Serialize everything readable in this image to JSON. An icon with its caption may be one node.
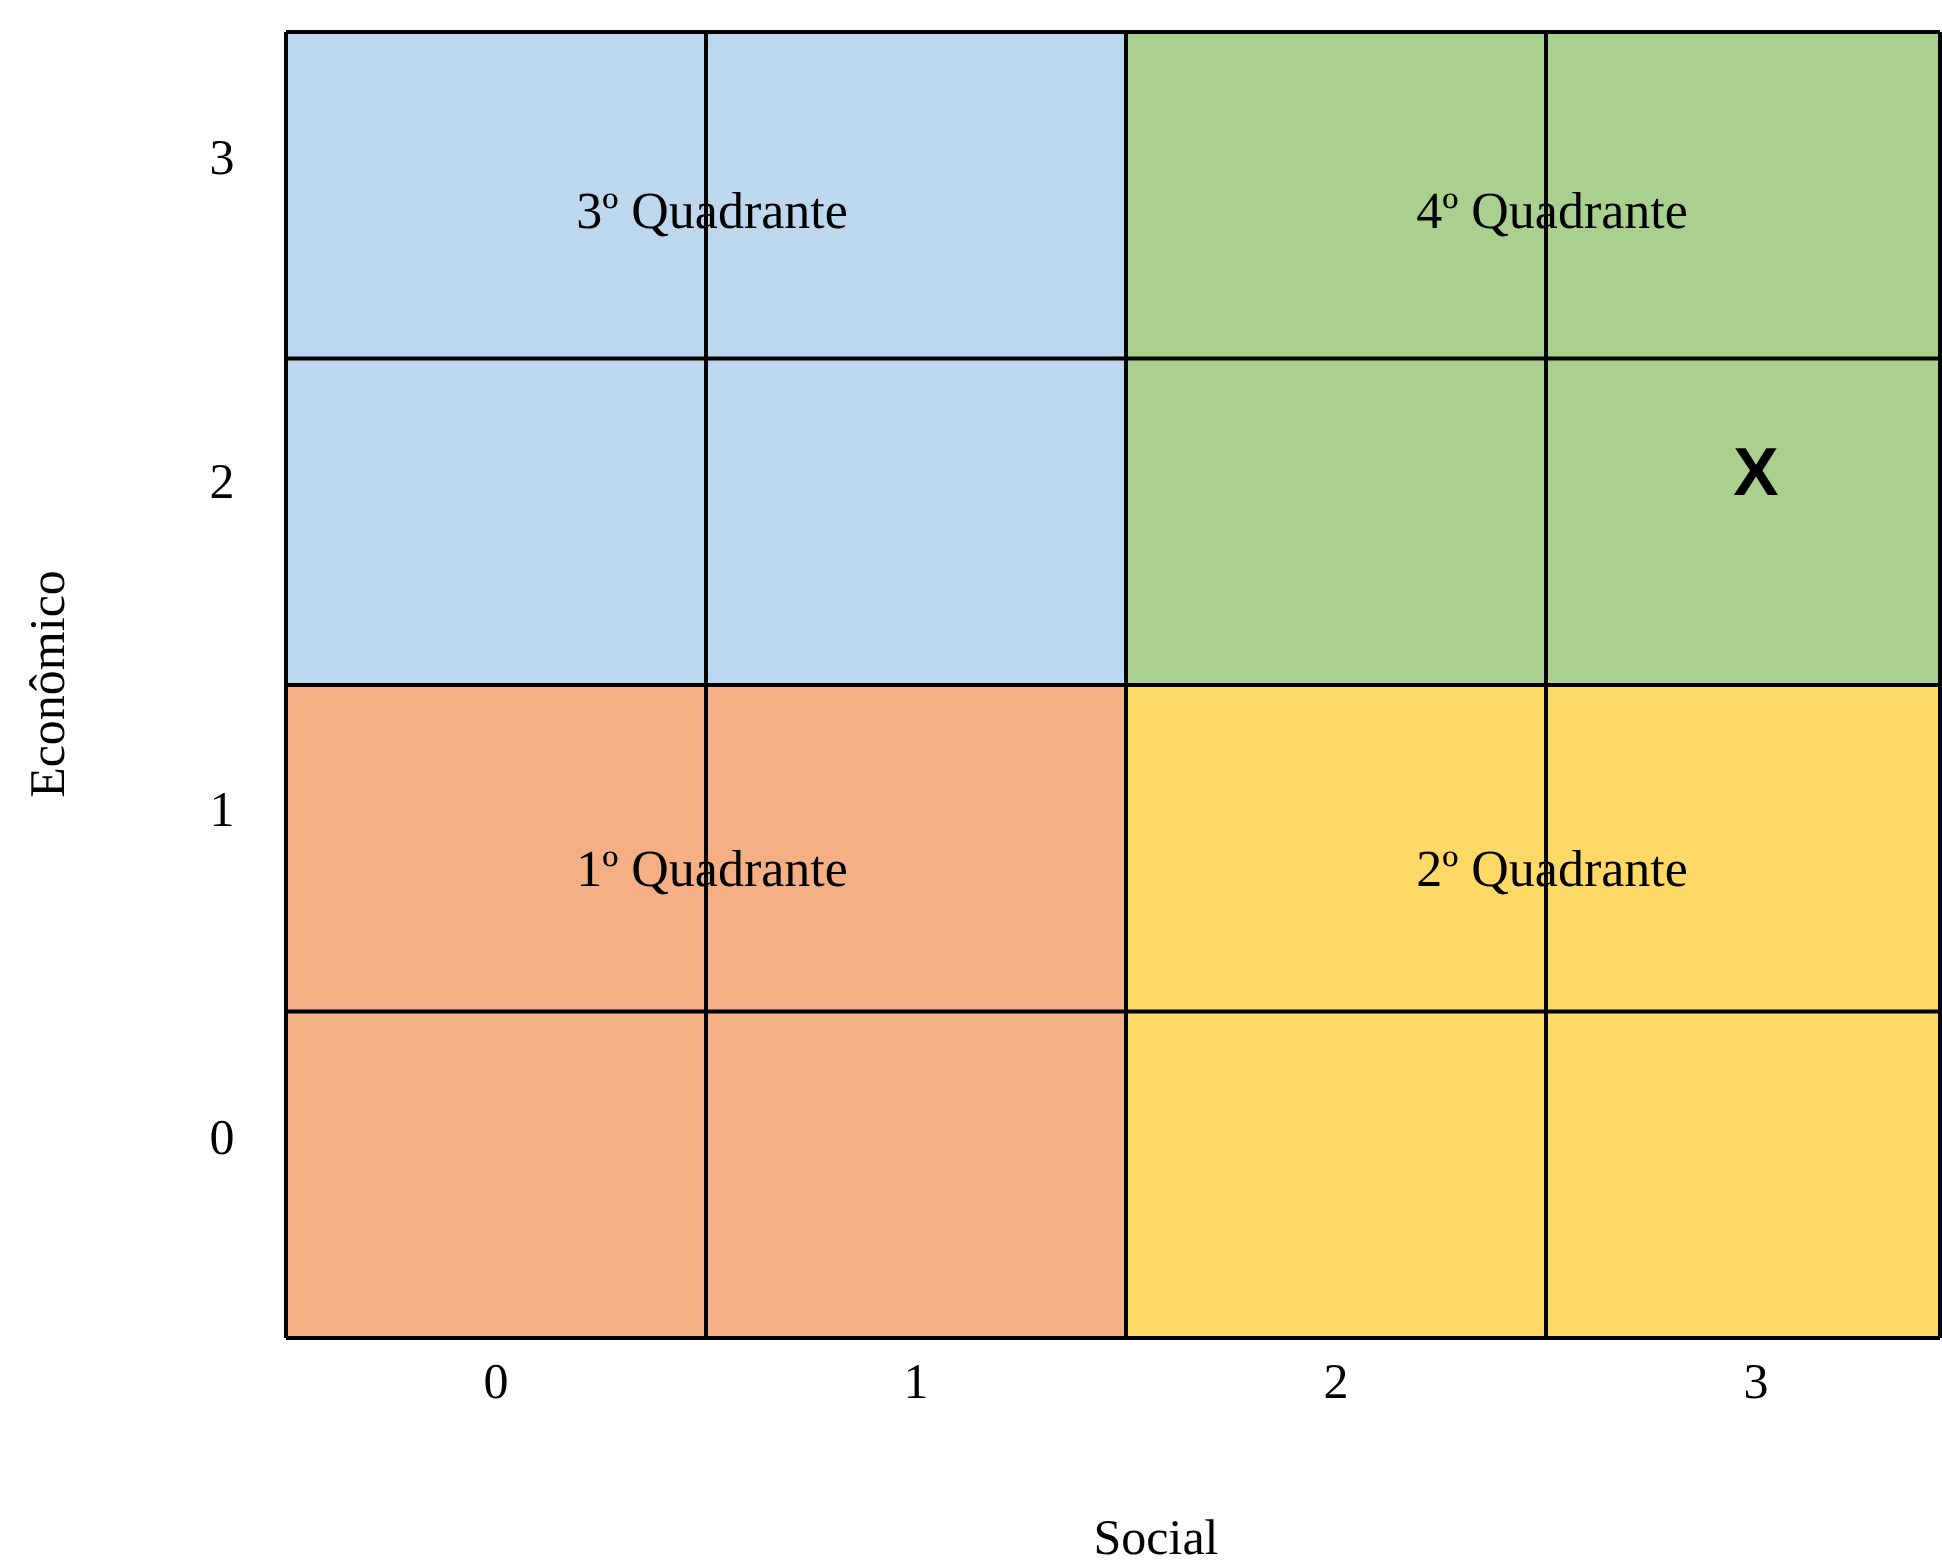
{
  "diagram": {
    "nodes": [
      {
        "text": [
          "3º Quadrante"
        ]
      },
      {
        "text": [
          "4º Quadrante"
        ]
      },
      {
        "text": [
          "1º Quadrante"
        ]
      },
      {
        "text": [
          "2º Quadrante"
        ]
      }
    ],
    "labels": [
      "3",
      "2",
      "X",
      "Econômico",
      "1",
      "0",
      "0",
      "1",
      "2",
      "3",
      "Social"
    ]
  }
}
